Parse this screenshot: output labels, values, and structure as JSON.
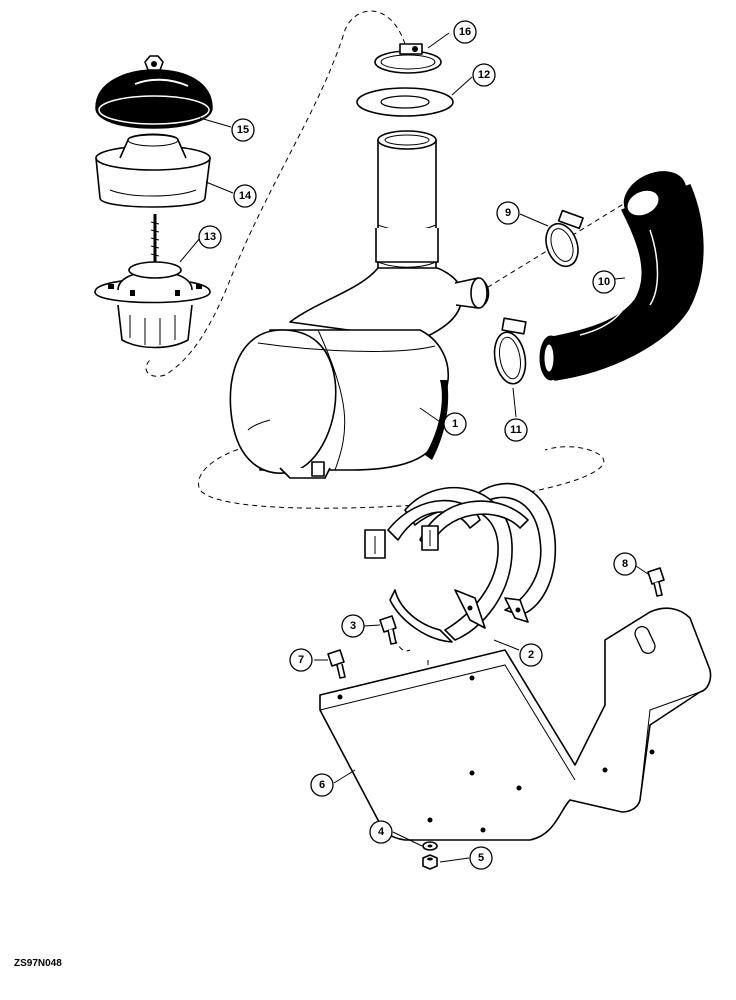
{
  "drawing_code": "ZS97N048",
  "callouts": [
    {
      "id": "1",
      "label": "1",
      "part": "air-cleaner-housing"
    },
    {
      "id": "2",
      "label": "2",
      "part": "mounting-band"
    },
    {
      "id": "3",
      "label": "3",
      "part": "band-bolt"
    },
    {
      "id": "4",
      "label": "4",
      "part": "washer"
    },
    {
      "id": "5",
      "label": "5",
      "part": "nut"
    },
    {
      "id": "6",
      "label": "6",
      "part": "mounting-bracket"
    },
    {
      "id": "7",
      "label": "7",
      "part": "bracket-bolt"
    },
    {
      "id": "8",
      "label": "8",
      "part": "bracket-bolt-rear"
    },
    {
      "id": "9",
      "label": "9",
      "part": "hose-clamp-upper"
    },
    {
      "id": "10",
      "label": "10",
      "part": "intake-hose"
    },
    {
      "id": "11",
      "label": "11",
      "part": "hose-clamp-lower"
    },
    {
      "id": "12",
      "label": "12",
      "part": "gasket"
    },
    {
      "id": "13",
      "label": "13",
      "part": "precleaner-base"
    },
    {
      "id": "14",
      "label": "14",
      "part": "precleaner-bowl"
    },
    {
      "id": "15",
      "label": "15",
      "part": "precleaner-cap"
    },
    {
      "id": "16",
      "label": "16",
      "part": "pipe-clamp"
    }
  ]
}
